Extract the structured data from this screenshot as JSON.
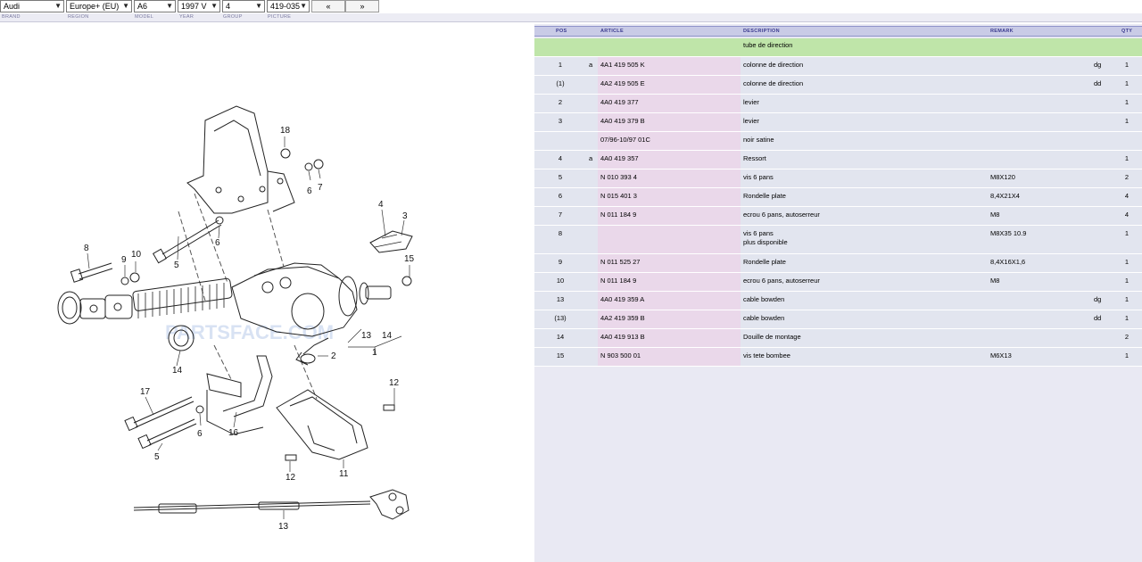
{
  "selectors": {
    "brand": "Audi",
    "region": "Europe+ (EU)",
    "model": "A6",
    "year": "1997 V",
    "group": "4",
    "picture": "419-035",
    "prev": "«",
    "next": "»"
  },
  "captions": {
    "brand": "BRAND",
    "region": "REGION",
    "model": "MODEL",
    "year": "YEAR",
    "group": "GROUP",
    "picture": "PICTURE"
  },
  "diagram": {
    "callouts": [
      "18",
      "6",
      "7",
      "4",
      "3",
      "8",
      "9",
      "10",
      "15",
      "5",
      "6",
      "14",
      "13",
      "14",
      "1",
      "2",
      "17",
      "6",
      "16",
      "5",
      "12",
      "12",
      "11",
      "13"
    ],
    "watermark": "PARTSFACE.COM"
  },
  "table": {
    "headers": {
      "pos": "POS",
      "article": "ARTICLE",
      "description": "DESCRIPTION",
      "remark": "REMARK",
      "qty": "QTY"
    },
    "title": "tube de direction",
    "rows": [
      {
        "pos": "1",
        "flag": "a",
        "article": "4A1 419 505 K",
        "desc": "colonne de direction",
        "remark": "",
        "side": "dg",
        "qty": "1"
      },
      {
        "pos": "(1)",
        "flag": "",
        "article": "4A2 419 505 E",
        "desc": "colonne de direction",
        "remark": "",
        "side": "dd",
        "qty": "1"
      },
      {
        "pos": "2",
        "flag": "",
        "article": "4A0 419 377",
        "desc": "levier",
        "remark": "",
        "side": "",
        "qty": "1"
      },
      {
        "pos": "3",
        "flag": "",
        "article": "4A0 419 379 B",
        "desc": "levier",
        "remark": "",
        "side": "",
        "qty": "1"
      },
      {
        "pos": "",
        "flag": "",
        "article": "07/96-10/97     01C",
        "desc": "noir satine",
        "remark": "",
        "side": "",
        "qty": ""
      },
      {
        "pos": "4",
        "flag": "a",
        "article": "4A0 419 357",
        "desc": "Ressort",
        "remark": "",
        "side": "",
        "qty": "1"
      },
      {
        "pos": "5",
        "flag": "",
        "article": "N   010 393 4",
        "desc": "vis 6 pans",
        "remark": "M8X120",
        "side": "",
        "qty": "2"
      },
      {
        "pos": "6",
        "flag": "",
        "article": "N   015 401 3",
        "desc": "Rondelle plate",
        "remark": "8,4X21X4",
        "side": "",
        "qty": "4"
      },
      {
        "pos": "7",
        "flag": "",
        "article": "N   011 184 9",
        "desc": "ecrou 6 pans, autoserreur",
        "remark": "M8",
        "side": "",
        "qty": "4"
      },
      {
        "pos": "8",
        "flag": "",
        "article": "",
        "desc": "vis 6 pans",
        "desc2": "plus disponible",
        "remark": "M8X35 10.9",
        "side": "",
        "qty": "1"
      },
      {
        "pos": "9",
        "flag": "",
        "article": "N   011 525 27",
        "desc": "Rondelle plate",
        "remark": "8,4X16X1,6",
        "side": "",
        "qty": "1"
      },
      {
        "pos": "10",
        "flag": "",
        "article": "N   011 184 9",
        "desc": "ecrou 6 pans, autoserreur",
        "remark": "M8",
        "side": "",
        "qty": "1"
      },
      {
        "pos": "13",
        "flag": "",
        "article": "4A0 419 359 A",
        "desc": "cable bowden",
        "remark": "",
        "side": "dg",
        "qty": "1"
      },
      {
        "pos": "(13)",
        "flag": "",
        "article": "4A2 419 359 B",
        "desc": "cable bowden",
        "remark": "",
        "side": "dd",
        "qty": "1"
      },
      {
        "pos": "14",
        "flag": "",
        "article": "4A0 419 913 B",
        "desc": "Douille de montage",
        "remark": "",
        "side": "",
        "qty": "2"
      },
      {
        "pos": "15",
        "flag": "",
        "article": "N   903 500 01",
        "desc": "vis tete bombee",
        "remark": "M6X13",
        "side": "",
        "qty": "1"
      }
    ]
  }
}
